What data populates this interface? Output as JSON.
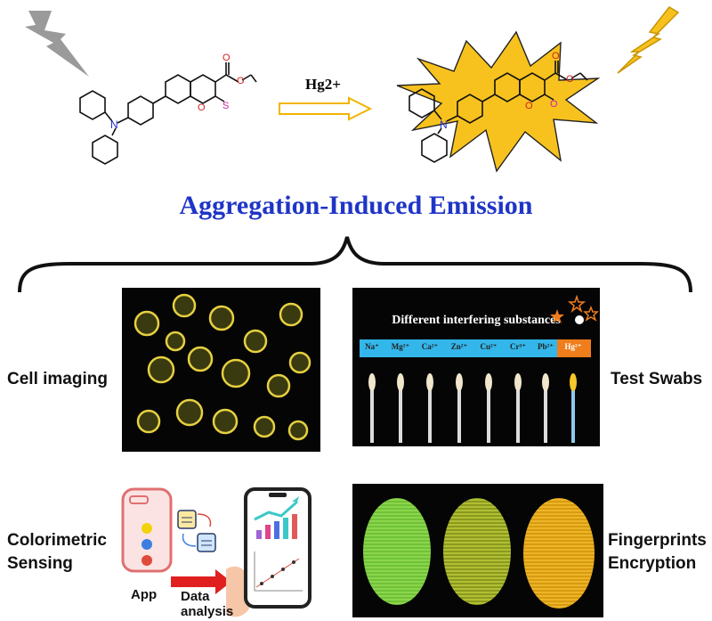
{
  "reaction": {
    "reagent": "Hg2+"
  },
  "title": "Aggregation-Induced Emission",
  "applications": {
    "cell_imaging": "Cell imaging",
    "test_swabs": "Test Swabs",
    "colorimetric": [
      "Colorimetric",
      "Sensing"
    ],
    "fingerprints": [
      "Fingerprints",
      "Encryption"
    ]
  },
  "swab_panel": {
    "title": "Different interfering substances",
    "ions": [
      "Na⁺",
      "Mg²⁺",
      "Ca²⁺",
      "Zn²⁺",
      "Cu²⁺",
      "Cr³⁺",
      "Pb²⁺",
      "Hg²⁺"
    ]
  },
  "sensing_panel": {
    "app_label": "App",
    "data_label_1": "Data",
    "data_label_2": "analysis"
  },
  "colors": {
    "title_blue": "#1f35c7",
    "emission_yellow": "#f7c21e",
    "ion_bar_blue": "#33b6ea",
    "hg_orange": "#f07d1c"
  }
}
